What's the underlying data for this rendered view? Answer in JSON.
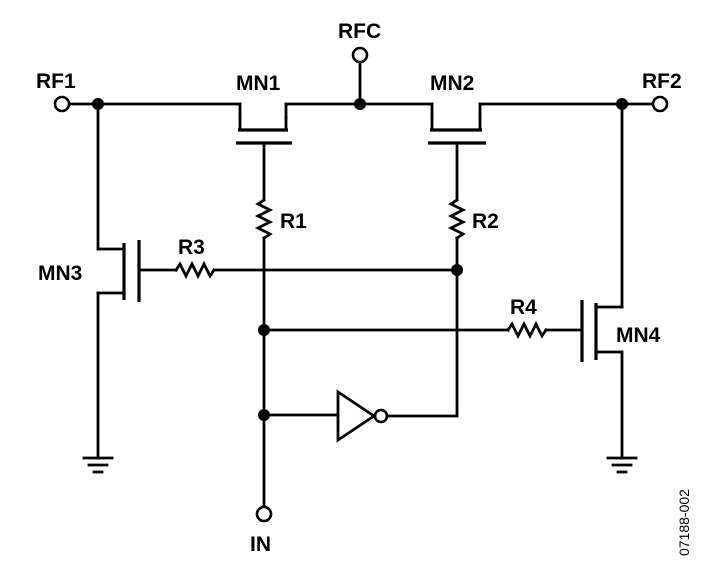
{
  "diagram": {
    "terminals": {
      "rf1": "RF1",
      "rfc": "RFC",
      "rf2": "RF2",
      "in": "IN"
    },
    "transistors": {
      "mn1": "MN1",
      "mn2": "MN2",
      "mn3": "MN3",
      "mn4": "MN4"
    },
    "resistors": {
      "r1": "R1",
      "r2": "R2",
      "r3": "R3",
      "r4": "R4"
    },
    "figure_code": "07188-002"
  }
}
